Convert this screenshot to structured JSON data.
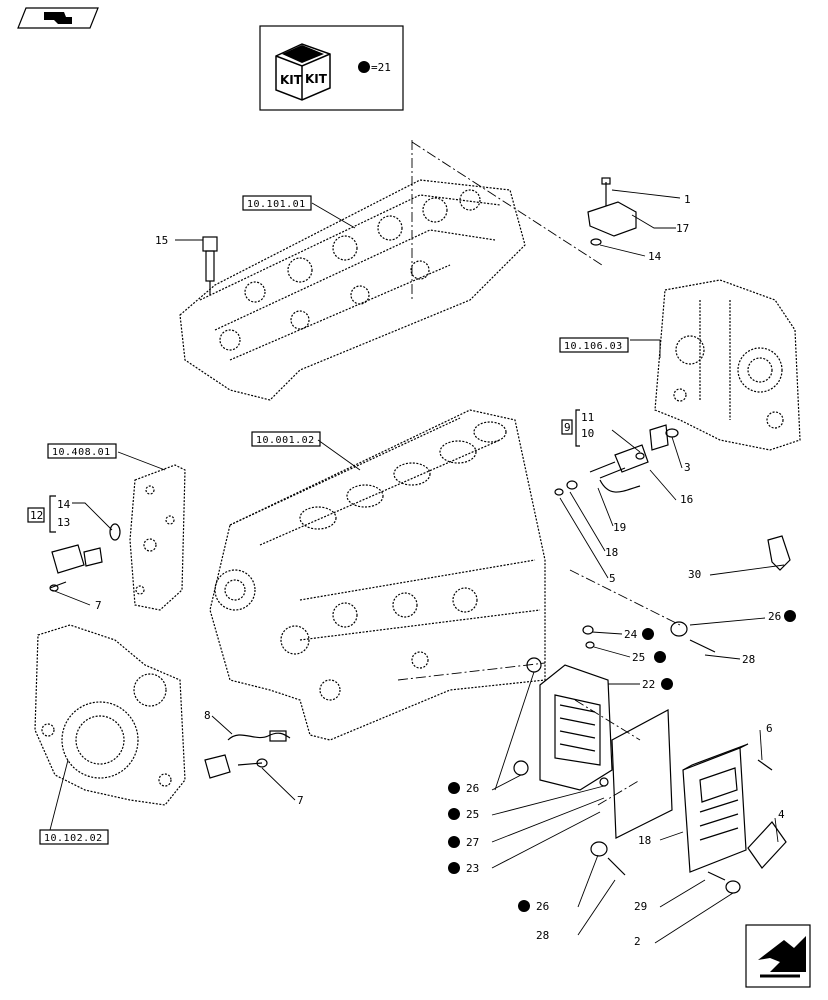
{
  "header": {
    "nav_icon": "book-arrow-icon",
    "kit_label_left": "KIT",
    "kit_label_right": "KIT",
    "kit_legend": "=21"
  },
  "references": [
    "10.101.01",
    "10.106.03",
    "10.001.02",
    "10.408.01",
    "10.102.02"
  ],
  "callouts": [
    "1",
    "17",
    "14",
    "15",
    "11",
    "10",
    "3",
    "16",
    "19",
    "18",
    "5",
    "14",
    "13",
    "7",
    "30",
    "26",
    "24",
    "25",
    "22",
    "28",
    "8",
    "7",
    "6",
    "26",
    "25",
    "27",
    "23",
    "18",
    "4",
    "26",
    "28",
    "29",
    "2"
  ],
  "groups": {
    "g9": "9",
    "g12": "12"
  },
  "footer": {
    "nav_icon": "next-page-arrow-icon"
  }
}
